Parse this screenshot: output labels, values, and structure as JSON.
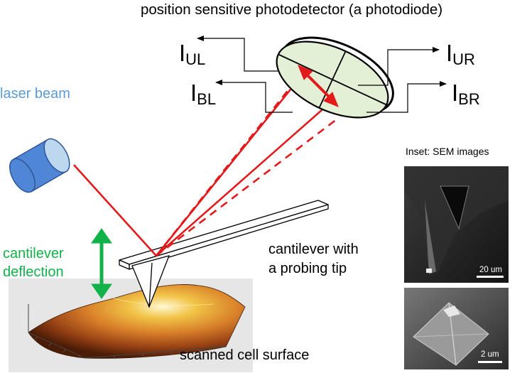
{
  "labels": {
    "title": "position sensitive photodetector (a photodiode)",
    "laser": "laser beam",
    "deflection_line1": "cantilever",
    "deflection_line2": "deflection",
    "cantilever_line1": "cantilever with",
    "cantilever_line2": "a probing tip",
    "scanned": "scanned cell surface",
    "inset": "Inset: SEM images"
  },
  "currents": {
    "upper_left": {
      "symbol": "I",
      "sub": "UL"
    },
    "bottom_left": {
      "symbol": "I",
      "sub": "BL"
    },
    "upper_right": {
      "symbol": "I",
      "sub": "UR"
    },
    "bottom_right": {
      "symbol": "I",
      "sub": "BR"
    }
  },
  "sem_images": {
    "scale_bar_1": "20 um",
    "scale_bar_2": "2 um"
  },
  "colors": {
    "laser_beam": "#e31a1c",
    "laser_body": "#4f86d6",
    "deflection_arrow": "#12b24a",
    "photodiode_face": "#e4f0d6"
  },
  "icons": {
    "laser": "laser-cylinder-icon",
    "photodiode": "photodiode-disc-icon",
    "deflection": "double-arrow-icon"
  }
}
